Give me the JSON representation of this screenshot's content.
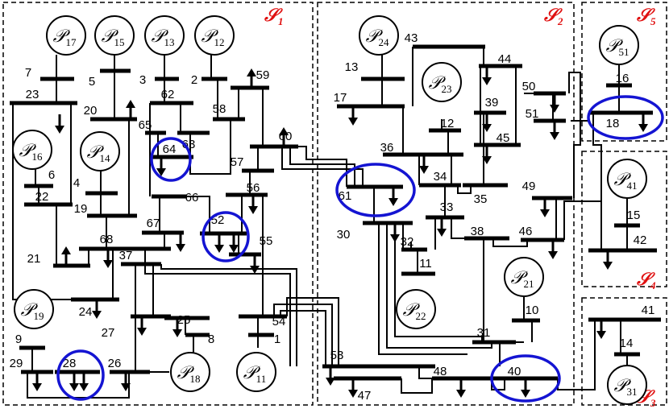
{
  "areas": [
    {
      "id": "s1",
      "label": "𝒮",
      "sub": "1"
    },
    {
      "id": "s2",
      "label": "𝒮",
      "sub": "2"
    },
    {
      "id": "s3",
      "label": "𝒮",
      "sub": "3"
    },
    {
      "id": "s4",
      "label": "𝒮",
      "sub": "4"
    },
    {
      "id": "s5",
      "label": "𝒮",
      "sub": "5"
    }
  ],
  "generators": [
    {
      "id": "p17",
      "label": "𝒫",
      "sub": "17"
    },
    {
      "id": "p15",
      "label": "𝒫",
      "sub": "15"
    },
    {
      "id": "p13",
      "label": "𝒫",
      "sub": "13"
    },
    {
      "id": "p12",
      "label": "𝒫",
      "sub": "12"
    },
    {
      "id": "p16",
      "label": "𝒫",
      "sub": "16"
    },
    {
      "id": "p14",
      "label": "𝒫",
      "sub": "14"
    },
    {
      "id": "p19",
      "label": "𝒫",
      "sub": "19"
    },
    {
      "id": "p18",
      "label": "𝒫",
      "sub": "18"
    },
    {
      "id": "p11",
      "label": "𝒫",
      "sub": "11"
    },
    {
      "id": "p24",
      "label": "𝒫",
      "sub": "24"
    },
    {
      "id": "p23",
      "label": "𝒫",
      "sub": "23"
    },
    {
      "id": "p22",
      "label": "𝒫",
      "sub": "22"
    },
    {
      "id": "p21",
      "label": "𝒫",
      "sub": "21"
    },
    {
      "id": "p51",
      "label": "𝒫",
      "sub": "51"
    },
    {
      "id": "p41",
      "label": "𝒫",
      "sub": "41"
    },
    {
      "id": "p31",
      "label": "𝒫",
      "sub": "31"
    }
  ],
  "buses": [
    "1",
    "2",
    "3",
    "4",
    "5",
    "6",
    "7",
    "8",
    "9",
    "10",
    "11",
    "12",
    "13",
    "14",
    "15",
    "16",
    "17",
    "18",
    "19",
    "20",
    "21",
    "22",
    "23",
    "24",
    "25",
    "26",
    "27",
    "28",
    "29",
    "30",
    "31",
    "32",
    "33",
    "34",
    "35",
    "36",
    "37",
    "38",
    "39",
    "40",
    "41",
    "42",
    "43",
    "44",
    "45",
    "46",
    "47",
    "48",
    "49",
    "50",
    "51",
    "52",
    "53",
    "54",
    "55",
    "56",
    "57",
    "58",
    "59",
    "60",
    "61",
    "62",
    "63",
    "64",
    "65",
    "66",
    "67",
    "68"
  ],
  "highlighted_buses": [
    "64",
    "52",
    "28",
    "61",
    "18",
    "40"
  ],
  "colors": {
    "line": "#000000",
    "highlight": "#1414d2",
    "area_label": "#e01010",
    "area_border": "#000000"
  }
}
